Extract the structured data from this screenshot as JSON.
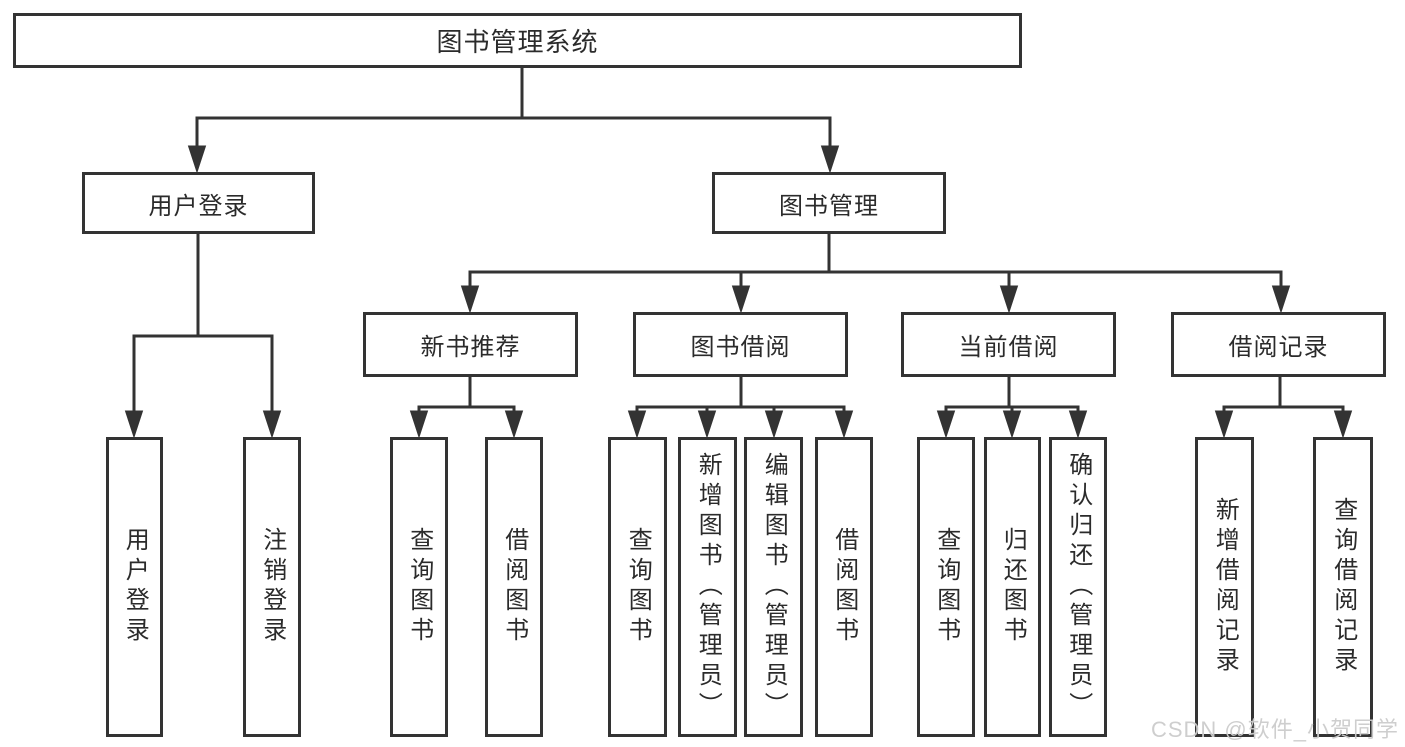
{
  "colors": {
    "line": "#333333",
    "box_border": "#333333",
    "text": "#2b2b2b",
    "watermark": "#cccccc",
    "background": "#ffffff"
  },
  "watermark": "CSDN @软件_小贺同学",
  "tree": {
    "label": "图书管理系统",
    "children": [
      {
        "label": "用户登录",
        "children": [
          {
            "label": "用户登录"
          },
          {
            "label": "注销登录"
          }
        ]
      },
      {
        "label": "图书管理",
        "children": [
          {
            "label": "新书推荐",
            "children": [
              {
                "label": "查询图书"
              },
              {
                "label": "借阅图书"
              }
            ]
          },
          {
            "label": "图书借阅",
            "children": [
              {
                "label": "查询图书"
              },
              {
                "label": "新增图书（管理员）"
              },
              {
                "label": "编辑图书（管理员）"
              },
              {
                "label": "借阅图书"
              }
            ]
          },
          {
            "label": "当前借阅",
            "children": [
              {
                "label": "查询图书"
              },
              {
                "label": "归还图书"
              },
              {
                "label": "确认归还（管理员）"
              }
            ]
          },
          {
            "label": "借阅记录",
            "children": [
              {
                "label": "新增借阅记录"
              },
              {
                "label": "查询借阅记录"
              }
            ]
          }
        ]
      }
    ]
  }
}
